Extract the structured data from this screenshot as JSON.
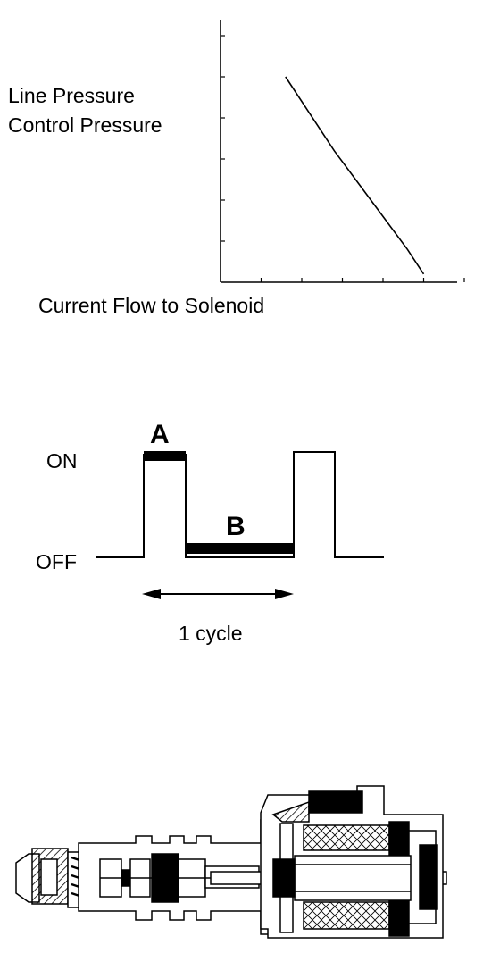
{
  "chart_data": {
    "type": "line",
    "ylabel_line1": "Line Pressure",
    "ylabel_line2": "Control Pressure",
    "xlabel": "Current Flow to Solenoid",
    "x_ticks": 6,
    "y_ticks": 6,
    "series": [
      {
        "x": [
          1.6,
          2.2,
          2.8,
          3.4,
          4.0,
          4.6,
          5.0
        ],
        "y": [
          5.0,
          4.1,
          3.2,
          2.4,
          1.6,
          0.8,
          0.2
        ]
      }
    ],
    "xlim": [
      0,
      6
    ],
    "ylim": [
      0,
      6
    ]
  },
  "waveform": {
    "on_label": "ON",
    "off_label": "OFF",
    "label_a": "A",
    "label_b": "B",
    "cycle_label": "1 cycle"
  }
}
